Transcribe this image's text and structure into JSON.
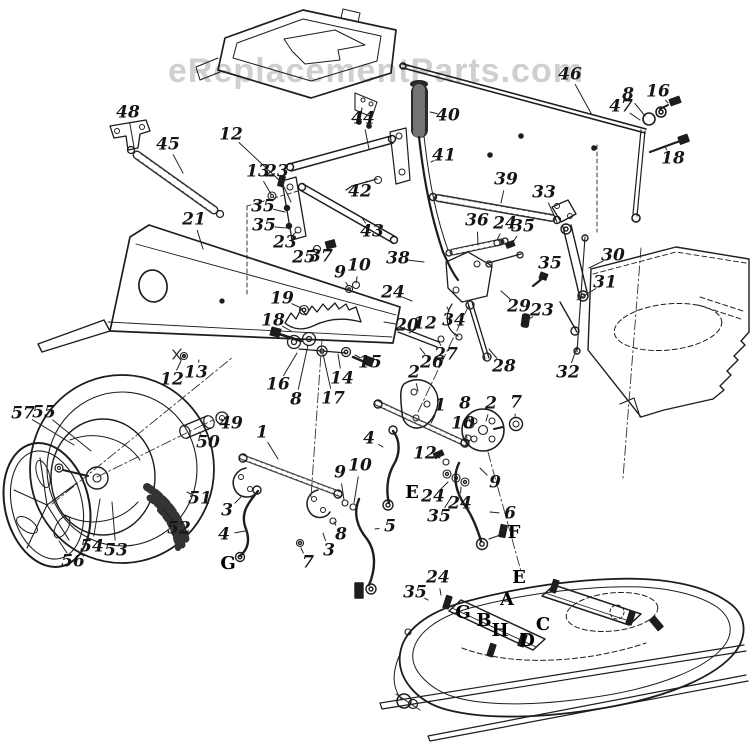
{
  "watermark": {
    "text": "eReplacementParts.com",
    "color": "#c7c7c7"
  },
  "colors": {
    "ink": "#1d1d1d",
    "paper": "#ffffff"
  },
  "diagram": {
    "description": "Exploded parts diagram of lawn tractor deck lift linkage, wheel and mower deck",
    "part_labels": [
      [
        "48",
        128,
        113,
        134,
        147
      ],
      [
        "45",
        168,
        145,
        183,
        173
      ],
      [
        "12",
        231,
        135,
        279,
        180
      ],
      [
        "44",
        363,
        119,
        369,
        149
      ],
      [
        "13",
        258,
        172,
        271,
        194
      ],
      [
        "23",
        277,
        172,
        291,
        202
      ],
      [
        "35",
        263,
        207,
        285,
        212
      ],
      [
        "35",
        264,
        226,
        286,
        228
      ],
      [
        "23",
        285,
        243,
        296,
        232
      ],
      [
        "21",
        194,
        220,
        203,
        249
      ],
      [
        "42",
        360,
        192,
        367,
        181
      ],
      [
        "43",
        372,
        232,
        362,
        218
      ],
      [
        "40",
        448,
        116,
        430,
        112
      ],
      [
        "41",
        444,
        156,
        431,
        162
      ],
      [
        "46",
        570,
        75,
        592,
        115
      ],
      [
        "8",
        628,
        95,
        645,
        116
      ],
      [
        "16",
        658,
        92,
        668,
        103
      ],
      [
        "47",
        621,
        107,
        640,
        120
      ],
      [
        "18",
        673,
        159,
        665,
        147
      ],
      [
        "39",
        506,
        180,
        501,
        203
      ],
      [
        "33",
        544,
        193,
        557,
        222
      ],
      [
        "36",
        477,
        221,
        478,
        245
      ],
      [
        "24",
        505,
        224,
        497,
        240
      ],
      [
        "35",
        523,
        227,
        511,
        245
      ],
      [
        "25",
        304,
        258,
        315,
        249
      ],
      [
        "37",
        321,
        257,
        330,
        247
      ],
      [
        "9",
        340,
        273,
        348,
        286
      ],
      [
        "10",
        359,
        266,
        356,
        283
      ],
      [
        "19",
        282,
        299,
        301,
        308
      ],
      [
        "18",
        273,
        321,
        291,
        331
      ],
      [
        "24",
        393,
        293,
        412,
        301
      ],
      [
        "20",
        407,
        326,
        384,
        322
      ],
      [
        "12",
        425,
        324,
        409,
        333
      ],
      [
        "34",
        454,
        321,
        447,
        307
      ],
      [
        "29",
        519,
        307,
        501,
        291
      ],
      [
        "23",
        542,
        311,
        529,
        319
      ],
      [
        "35",
        550,
        264,
        537,
        283
      ],
      [
        "30",
        613,
        256,
        589,
        268
      ],
      [
        "31",
        605,
        283,
        577,
        300
      ],
      [
        "26",
        432,
        363,
        420,
        348
      ],
      [
        "27",
        446,
        355,
        439,
        342
      ],
      [
        "28",
        504,
        367,
        489,
        349
      ],
      [
        "32",
        568,
        373,
        577,
        347
      ],
      [
        "38",
        398,
        259,
        424,
        262
      ],
      [
        "15",
        370,
        363,
        355,
        355
      ],
      [
        "14",
        342,
        379,
        338,
        354
      ],
      [
        "16",
        278,
        385,
        297,
        353
      ],
      [
        "8",
        296,
        400,
        308,
        345
      ],
      [
        "17",
        333,
        399,
        323,
        354
      ],
      [
        "12",
        172,
        380,
        181,
        361
      ],
      [
        "13",
        196,
        373,
        199,
        360
      ],
      [
        "57",
        23,
        414,
        74,
        445
      ],
      [
        "55",
        44,
        413,
        91,
        451
      ],
      [
        "49",
        231,
        424,
        223,
        420
      ],
      [
        "50",
        208,
        443,
        199,
        432
      ],
      [
        "51",
        200,
        499,
        187,
        492
      ],
      [
        "52",
        179,
        529,
        163,
        508
      ],
      [
        "53",
        116,
        551,
        112,
        502
      ],
      [
        "54",
        92,
        547,
        100,
        499
      ],
      [
        "56",
        73,
        562,
        59,
        541
      ],
      [
        "1",
        262,
        433,
        278,
        459
      ],
      [
        "1",
        440,
        406,
        431,
        423
      ],
      [
        "2",
        414,
        373,
        418,
        391
      ],
      [
        "2",
        491,
        404,
        486,
        421
      ],
      [
        "8",
        465,
        404,
        470,
        422
      ],
      [
        "7",
        516,
        403,
        515,
        417
      ],
      [
        "10",
        463,
        424,
        467,
        438
      ],
      [
        "12",
        425,
        454,
        440,
        458
      ],
      [
        "24",
        433,
        497,
        448,
        482
      ],
      [
        "24",
        460,
        504,
        461,
        487
      ],
      [
        "35",
        439,
        517,
        452,
        496
      ],
      [
        "9",
        495,
        483,
        480,
        468
      ],
      [
        "9",
        340,
        473,
        344,
        500
      ],
      [
        "10",
        360,
        466,
        354,
        503
      ],
      [
        "4",
        369,
        439,
        383,
        447
      ],
      [
        "3",
        227,
        511,
        241,
        497
      ],
      [
        "4",
        224,
        535,
        245,
        531
      ],
      [
        "3",
        329,
        551,
        323,
        533
      ],
      [
        "8",
        341,
        535,
        334,
        522
      ],
      [
        "7",
        308,
        563,
        301,
        548
      ],
      [
        "5",
        390,
        527,
        375,
        529
      ],
      [
        "6",
        510,
        514,
        490,
        512
      ],
      [
        "35",
        415,
        593,
        428,
        600
      ],
      [
        "24",
        438,
        578,
        441,
        595
      ]
    ],
    "connector_letters": [
      [
        "E",
        412,
        493
      ],
      [
        "F",
        514,
        533
      ],
      [
        "G",
        228,
        564
      ],
      [
        "E",
        519,
        578
      ],
      [
        "A",
        507,
        600
      ],
      [
        "G",
        463,
        613
      ],
      [
        "B",
        484,
        621
      ],
      [
        "H",
        500,
        631
      ],
      [
        "D",
        527,
        641
      ],
      [
        "C",
        543,
        625
      ]
    ]
  }
}
